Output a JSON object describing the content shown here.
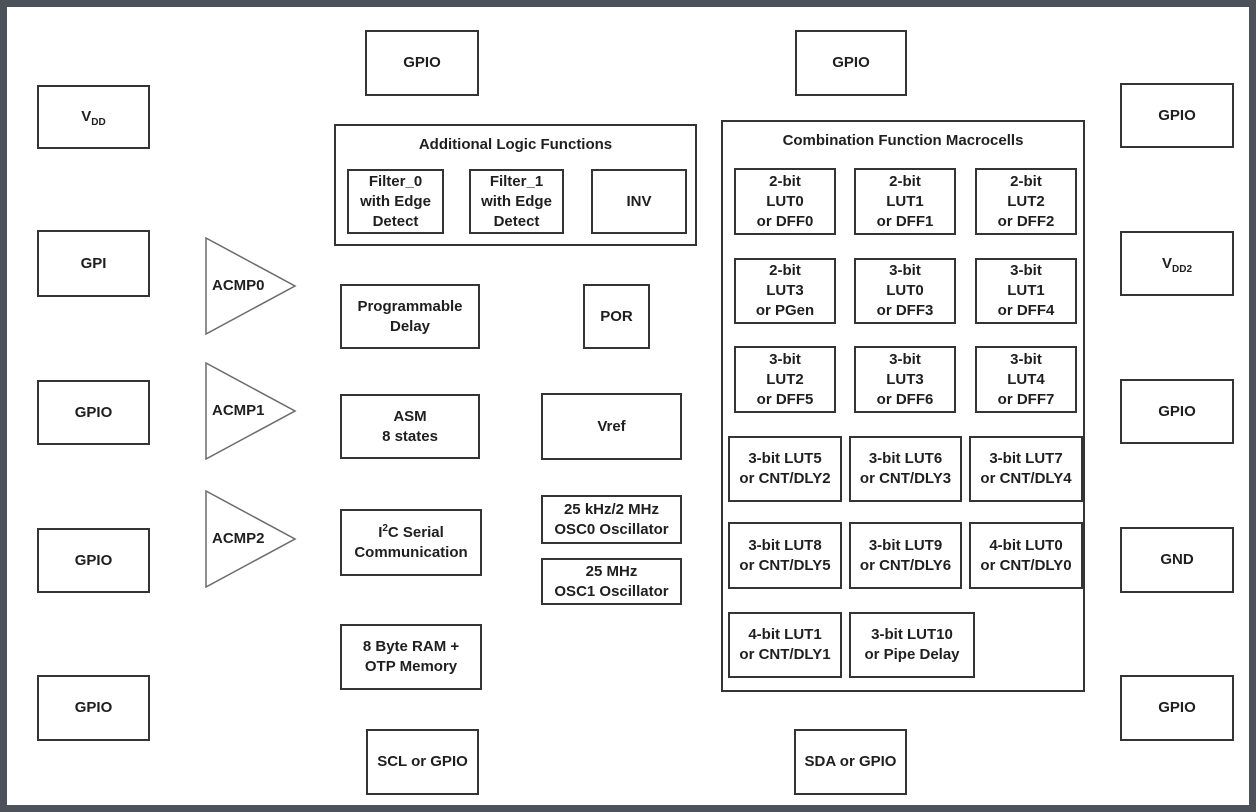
{
  "page": {
    "background": "#ffffff",
    "outer_border_color": "#4d525a",
    "box_border_color": "#343434",
    "text_color": "#1f1f1f"
  },
  "pins": {
    "top": [
      "GPIO",
      "GPIO"
    ],
    "bottom": [
      "SCL or GPIO",
      "SDA or GPIO"
    ],
    "left": [
      {
        "base": "V",
        "sub": "DD"
      },
      {
        "label": "GPI"
      },
      {
        "label": "GPIO"
      },
      {
        "label": "GPIO"
      },
      {
        "label": "GPIO"
      }
    ],
    "right": [
      {
        "label": "GPIO"
      },
      {
        "base": "V",
        "sub": "DD2"
      },
      {
        "label": "GPIO"
      },
      {
        "label": "GND"
      },
      {
        "label": "GPIO"
      }
    ]
  },
  "analog_comparators": [
    "ACMP0",
    "ACMP1",
    "ACMP2"
  ],
  "additional_logic_functions": {
    "title": "Additional Logic Functions",
    "cells": [
      {
        "line1": "Filter_0",
        "line2": "with Edge",
        "line3": "Detect"
      },
      {
        "line1": "Filter_1",
        "line2": "with Edge",
        "line3": "Detect"
      },
      {
        "line1": "INV"
      }
    ]
  },
  "core_blocks": {
    "programmable_delay": {
      "line1": "Programmable",
      "line2": "Delay"
    },
    "asm": {
      "line1": "ASM",
      "line2": "8 states"
    },
    "i2c": {
      "pre": "I",
      "sup": "2",
      "post": "C Serial",
      "line2": "Communication"
    },
    "memory": {
      "line1": "8 Byte RAM +",
      "line2": "OTP Memory"
    },
    "por": "POR",
    "vref": "Vref",
    "osc0": {
      "line1": "25 kHz/2 MHz",
      "line2": "OSC0 Oscillator"
    },
    "osc1": {
      "line1": "25 MHz",
      "line2": "OSC1 Oscillator"
    }
  },
  "combination_function_macrocells": {
    "title": "Combination Function Macrocells",
    "rows": [
      [
        {
          "line1": "2-bit",
          "line2": "LUT0",
          "line3": "or DFF0"
        },
        {
          "line1": "2-bit",
          "line2": "LUT1",
          "line3": "or DFF1"
        },
        {
          "line1": "2-bit",
          "line2": "LUT2",
          "line3": "or DFF2"
        }
      ],
      [
        {
          "line1": "2-bit",
          "line2": "LUT3",
          "line3": "or PGen"
        },
        {
          "line1": "3-bit",
          "line2": "LUT0",
          "line3": "or DFF3"
        },
        {
          "line1": "3-bit",
          "line2": "LUT1",
          "line3": "or DFF4"
        }
      ],
      [
        {
          "line1": "3-bit",
          "line2": "LUT2",
          "line3": "or DFF5"
        },
        {
          "line1": "3-bit",
          "line2": "LUT3",
          "line3": "or DFF6"
        },
        {
          "line1": "3-bit",
          "line2": "LUT4",
          "line3": "or DFF7"
        }
      ],
      [
        {
          "line1": "3-bit LUT5",
          "line2": "or CNT/DLY2"
        },
        {
          "line1": "3-bit LUT6",
          "line2": "or CNT/DLY3"
        },
        {
          "line1": "3-bit LUT7",
          "line2": "or CNT/DLY4"
        }
      ],
      [
        {
          "line1": "3-bit LUT8",
          "line2": "or CNT/DLY5"
        },
        {
          "line1": "3-bit LUT9",
          "line2": "or CNT/DLY6"
        },
        {
          "line1": "4-bit LUT0",
          "line2": "or CNT/DLY0"
        }
      ],
      [
        {
          "line1": "4-bit LUT1",
          "line2": "or CNT/DLY1"
        },
        {
          "line1": "3-bit LUT10",
          "line2": "or Pipe Delay"
        }
      ]
    ]
  }
}
